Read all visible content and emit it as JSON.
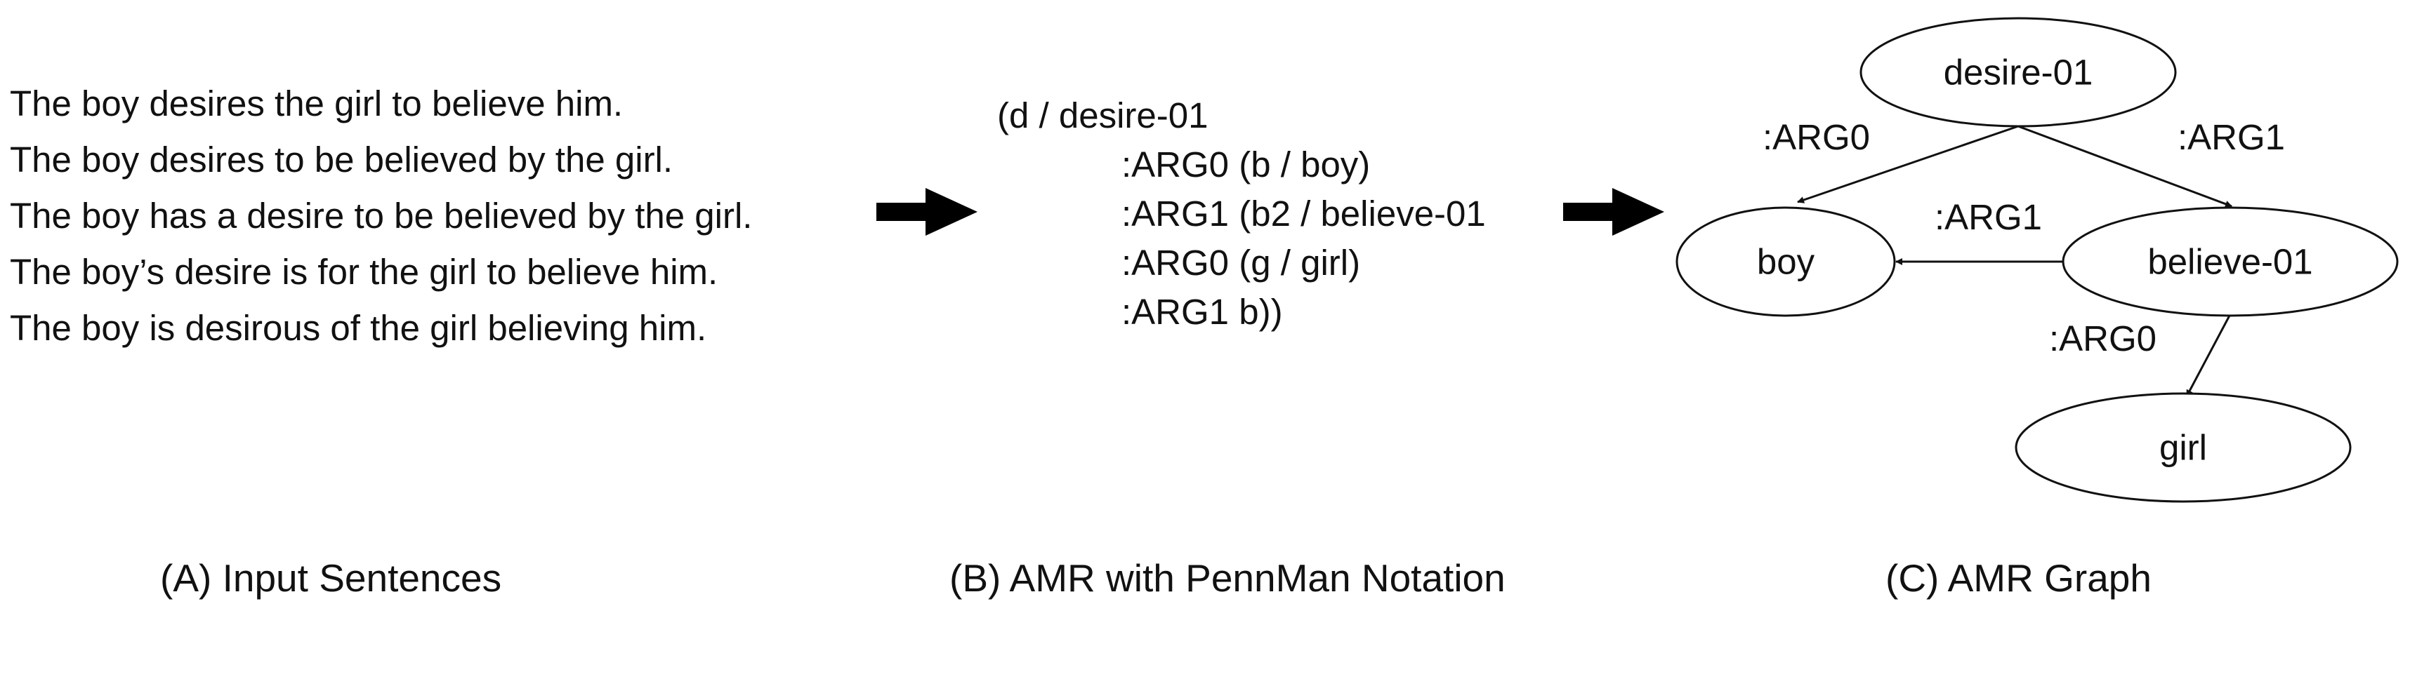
{
  "panel_a": {
    "sentences": [
      "The boy desires the girl to believe him.",
      "The boy desires to be believed by the girl.",
      "The boy has a desire to be believed by the girl.",
      "The boy’s desire is for the girl to believe him.",
      "The boy is desirous of the girl believing him."
    ],
    "caption": "(A) Input Sentences"
  },
  "panel_b": {
    "lines": [
      "(d / desire-01",
      ":ARG0 (b / boy)",
      ":ARG1 (b2 / believe-01",
      ":ARG0 (g / girl)",
      ":ARG1 b))"
    ],
    "caption": "(B) AMR with PennMan Notation"
  },
  "panel_c": {
    "nodes": {
      "desire": "desire-01",
      "boy": "boy",
      "believe": "believe-01",
      "girl": "girl"
    },
    "edges": {
      "desire_boy": ":ARG0",
      "desire_believe": ":ARG1",
      "believe_boy": ":ARG1",
      "believe_girl": ":ARG0"
    },
    "caption": "(C) AMR Graph"
  }
}
